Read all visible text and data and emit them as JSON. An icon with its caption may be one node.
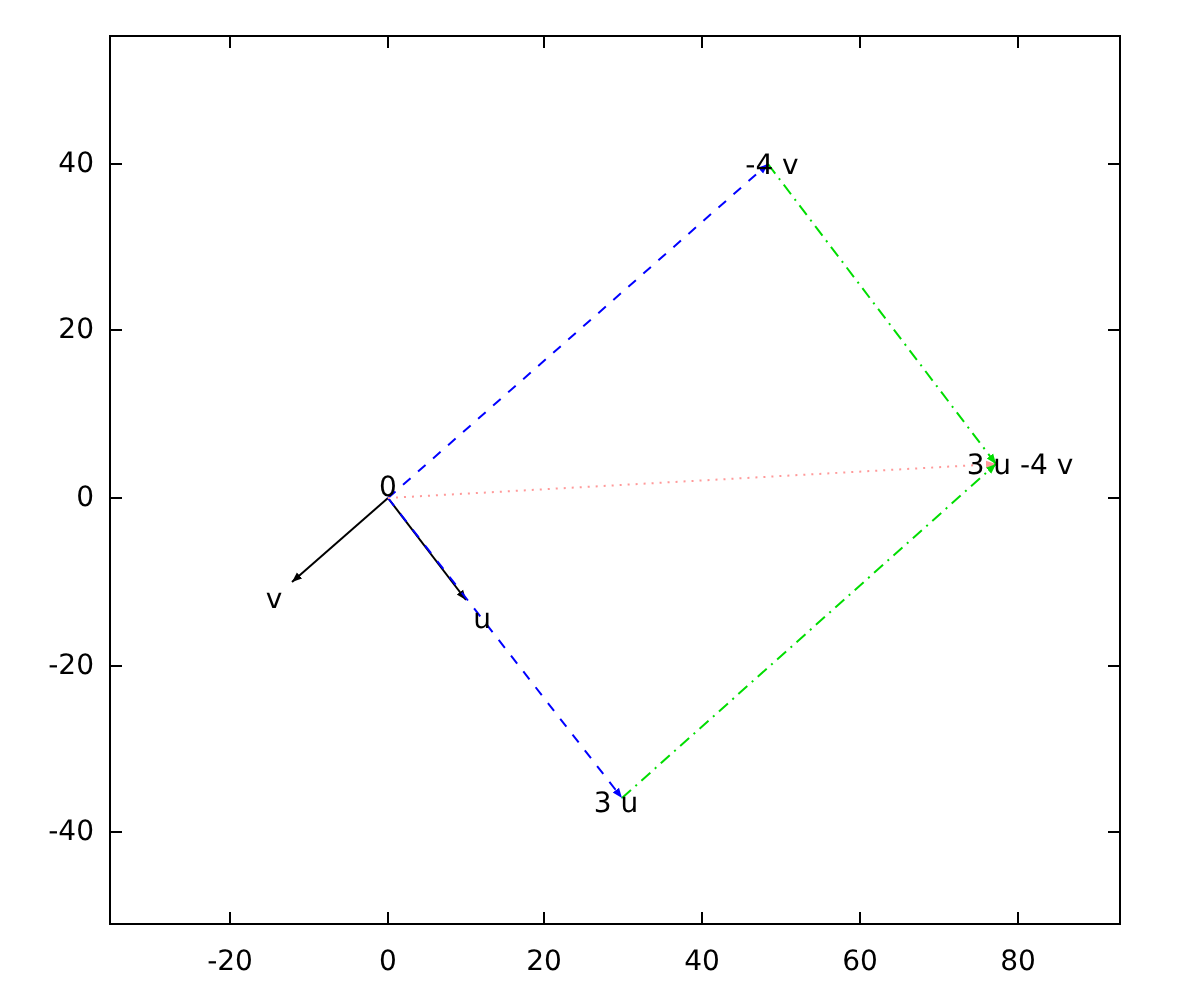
{
  "diagram": {
    "nodes": [
      {
        "text": [
          "-4 v"
        ]
      },
      {
        "text": [
          "3 u -4 v"
        ]
      },
      {
        "text": [
          "0"
        ]
      },
      {
        "text": [
          "v"
        ]
      },
      {
        "text": [
          "u"
        ]
      },
      {
        "text": [
          "3 u"
        ]
      }
    ],
    "edges": [
      {
        "from": 2,
        "to": 3,
        "arrow": "to"
      },
      {
        "from": 2,
        "to": 4,
        "arrow": "to"
      },
      {
        "from": 2,
        "to": 5,
        "arrow": "to",
        "style": "dashed",
        "color": "#0000ff"
      },
      {
        "from": 2,
        "to": 0,
        "arrow": "to",
        "style": "dashed",
        "color": "#0000ff"
      },
      {
        "from": 2,
        "to": 1,
        "arrow": "to",
        "style": "dashed",
        "color": "#ff9999"
      },
      {
        "from": 5,
        "to": 1,
        "arrow": "to",
        "style": "dashed",
        "color": "#00dd00"
      },
      {
        "from": 0,
        "to": 1,
        "arrow": "to",
        "style": "dashed",
        "color": "#00dd00"
      }
    ],
    "labels": [
      "40",
      "20",
      "0",
      "-20",
      "-40",
      "-20",
      "0",
      "20",
      "40",
      "60",
      "80"
    ]
  }
}
